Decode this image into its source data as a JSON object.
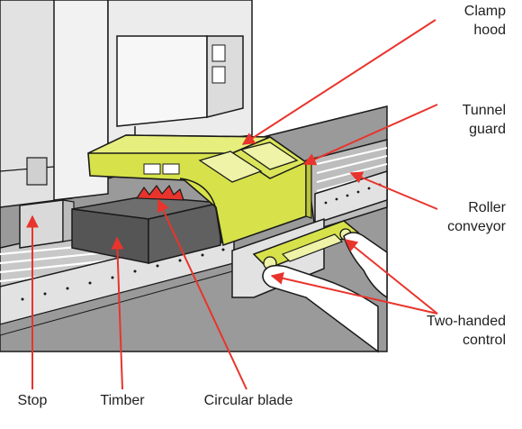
{
  "colors": {
    "outline": "#1a1a1a",
    "guard_yellow": "#d7e24a",
    "guard_yellow_light": "#eef3a8",
    "floor_grey": "#9a9a9a",
    "floor_dark": "#7d7d7d",
    "frame_grey": "#e2e2e2",
    "blade_red": "#e8342c",
    "arrow_red": "#e8342c"
  },
  "labels": {
    "clamp_hood_line1": "Clamp",
    "clamp_hood_line2": "hood",
    "tunnel_guard_line1": "Tunnel",
    "tunnel_guard_line2": "guard",
    "roller_conveyor_line1": "Roller",
    "roller_conveyor_line2": "conveyor",
    "two_handed_line1": "Two-handed",
    "two_handed_line2": "control",
    "stop": "Stop",
    "timber": "Timber",
    "circular_blade": "Circular blade"
  }
}
